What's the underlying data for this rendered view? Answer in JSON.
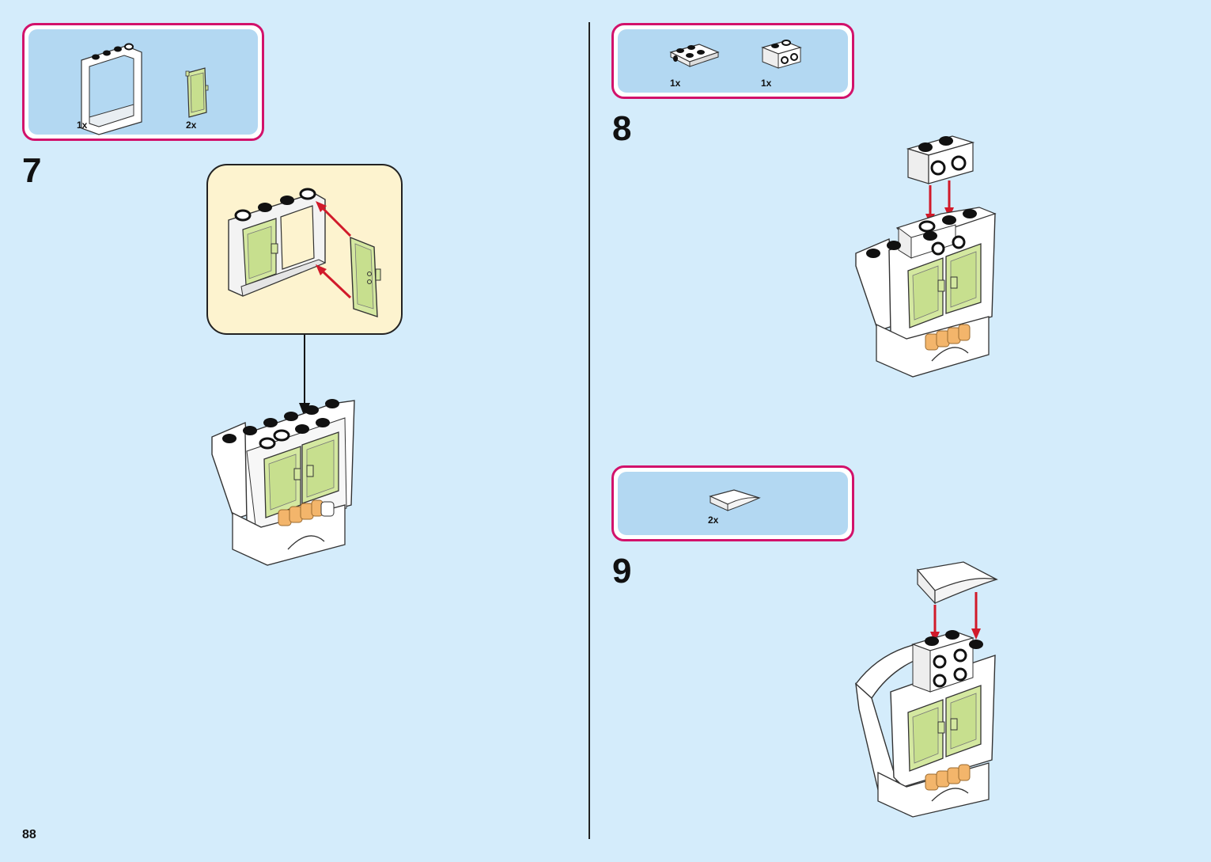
{
  "page_number": "88",
  "steps": [
    {
      "number": "7",
      "parts": [
        {
          "icon": "window-frame-icon",
          "qty": "1x"
        },
        {
          "icon": "door-panel-icon",
          "qty": "2x"
        }
      ]
    },
    {
      "number": "8",
      "parts": [
        {
          "icon": "plate-with-studs-icon",
          "qty": "1x"
        },
        {
          "icon": "brick-with-side-studs-icon",
          "qty": "1x"
        }
      ]
    },
    {
      "number": "9",
      "parts": [
        {
          "icon": "curved-slope-icon",
          "qty": "2x"
        }
      ]
    }
  ],
  "colors": {
    "background": "#d4ecfb",
    "callout_border": "#d2126b",
    "callout_fill": "#b3d8f2",
    "subassembly_fill": "#fdf3cf",
    "door_green": "#d4e8a0",
    "arrow_red": "#d11a2a",
    "roller_orange": "#f3b56b"
  }
}
